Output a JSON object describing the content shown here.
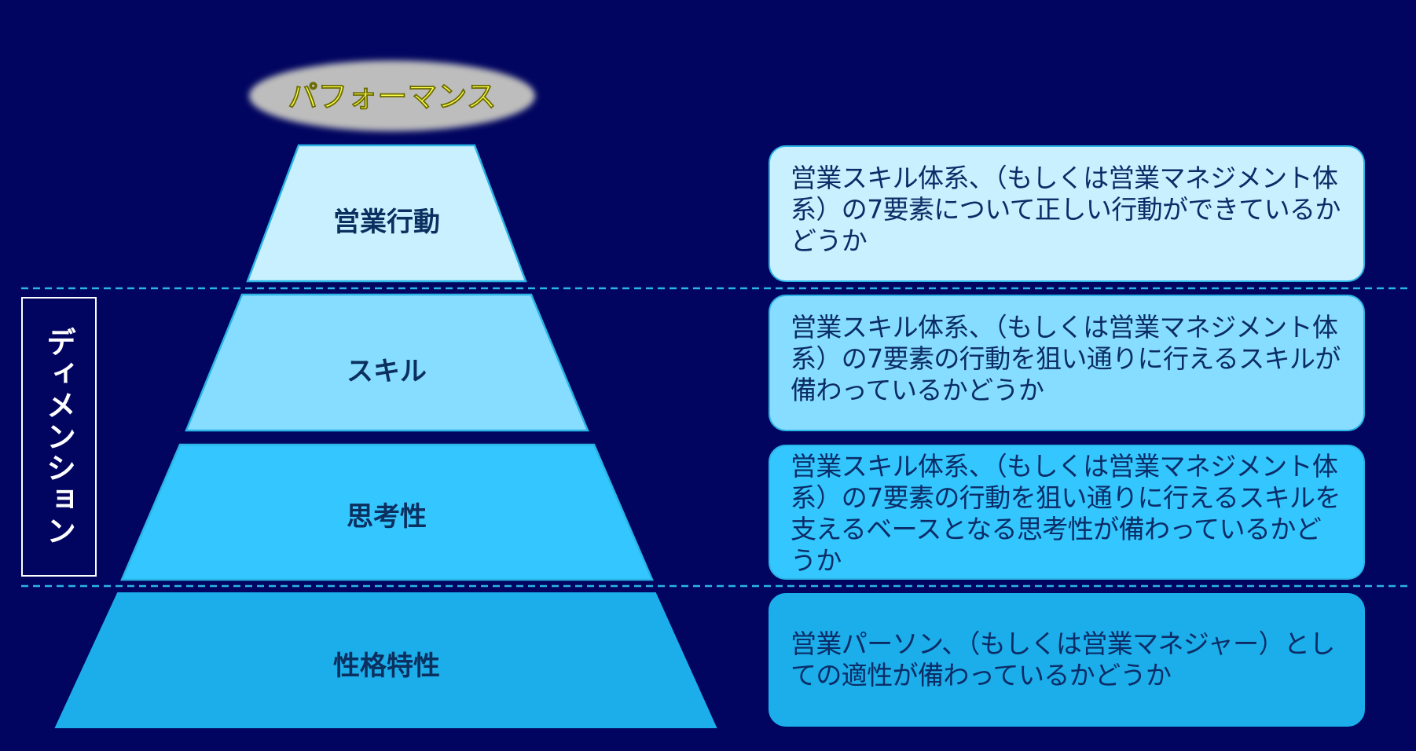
{
  "performance": {
    "label": "パフォーマンス"
  },
  "dimension": {
    "label": "ディメンション"
  },
  "layers": [
    {
      "name": "営業行動",
      "description": "営業スキル体系、（もしくは営業マネジメント体系）の7要素について正しい行動ができているかどうか",
      "fill_color": "#c9f0ff"
    },
    {
      "name": "スキル",
      "description": "営業スキル体系、（もしくは営業マネジメント体系）の7要素の行動を狙い通りに行えるスキルが備わっているかどうか",
      "fill_color": "#87ddff"
    },
    {
      "name": "思考性",
      "description": "営業スキル体系、（もしくは営業マネジメント体系）の7要素の行動を狙い通りに行えるスキルを支えるベースとなる思考性が備わっているかどうか",
      "fill_color": "#33c6ff"
    },
    {
      "name": "性格特性",
      "description": "営業パーソン、（もしくは営業マネジャー）としての適性が備わっているかどうか",
      "fill_color": "#1caeea"
    }
  ],
  "colors": {
    "background": "#01055f",
    "divider": "#2bb4e6",
    "layer_text": "#0b2f5e",
    "description_text": "#0b2c66",
    "performance_text": "#ffff4d",
    "performance_fill": "#bdbdbd"
  }
}
